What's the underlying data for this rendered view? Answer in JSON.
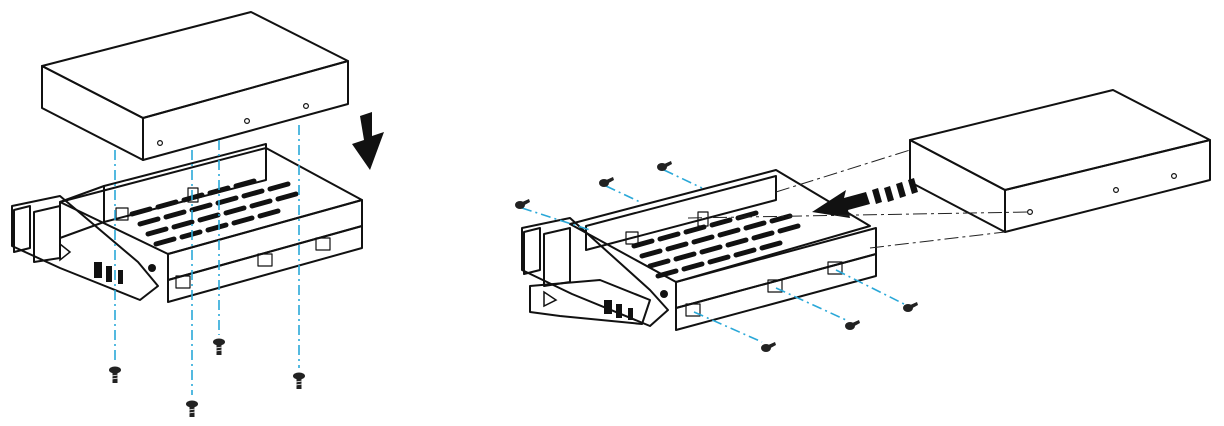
{
  "figure": {
    "description_hidden": "",
    "colors": {
      "outline": "#111111",
      "hdd_top": "#8a8a8a",
      "hdd_side": "#6e6e6e",
      "hdd_front": "#7c7c7c",
      "tray": "#ffffff",
      "guide_line": "#2aa8d8",
      "background": "#ffffff"
    },
    "icons": {
      "down_arrow": "arrow-down-icon",
      "left_arrow": "arrow-left-icon",
      "screw": "screw-icon"
    },
    "panels": [
      {
        "id": "bottom-mount",
        "screws": 4,
        "insert_direction": "down"
      },
      {
        "id": "side-mount",
        "screws": 6,
        "insert_direction": "left"
      }
    ]
  }
}
